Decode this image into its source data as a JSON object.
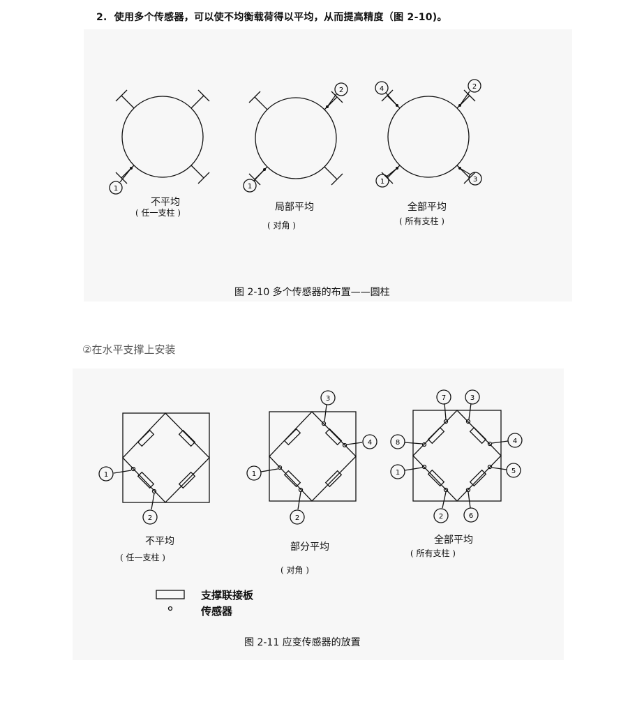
{
  "intro": {
    "number": "2.",
    "text": "使用多个传感器，可以使不均衡载荷得以平均，从而提高精度（图 2-10)。"
  },
  "fig10": {
    "panels": [
      {
        "title": "不平均",
        "sub": "( 任一支柱 )"
      },
      {
        "title": "局部平均",
        "sub": "(     对角     )"
      },
      {
        "title": "全部平均",
        "sub": "( 所有支柱    )"
      }
    ],
    "caption": "图 2-10   多个传感器的布置——圆柱"
  },
  "section_heading": "②在水平支撑上安装",
  "fig11": {
    "panels": [
      {
        "title": "不平均",
        "sub": "(      任一支柱      )"
      },
      {
        "title": "部分平均",
        "sub": "(     对角     )"
      },
      {
        "title": "全部平均",
        "sub": "(    所有支柱      )"
      }
    ],
    "legend": {
      "plate": "支撑联接板",
      "sensor": "传感器"
    },
    "caption": "图 2-11   应变传感器的放置"
  },
  "markers": {
    "one": "1",
    "two": "2",
    "three": "3",
    "four": "4",
    "five": "5",
    "six": "6",
    "seven": "7",
    "eight": "8"
  }
}
